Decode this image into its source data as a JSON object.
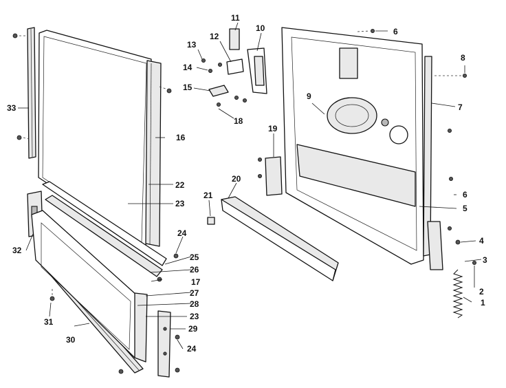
{
  "callouts": [
    "1",
    "2",
    "3",
    "4",
    "5",
    "6",
    "6",
    "7",
    "8",
    "9",
    "10",
    "11",
    "12",
    "13",
    "14",
    "15",
    "16",
    "17",
    "18",
    "19",
    "20",
    "21",
    "22",
    "23",
    "23",
    "24",
    "24",
    "25",
    "26",
    "27",
    "28",
    "29",
    "30",
    "31",
    "32",
    "33"
  ]
}
